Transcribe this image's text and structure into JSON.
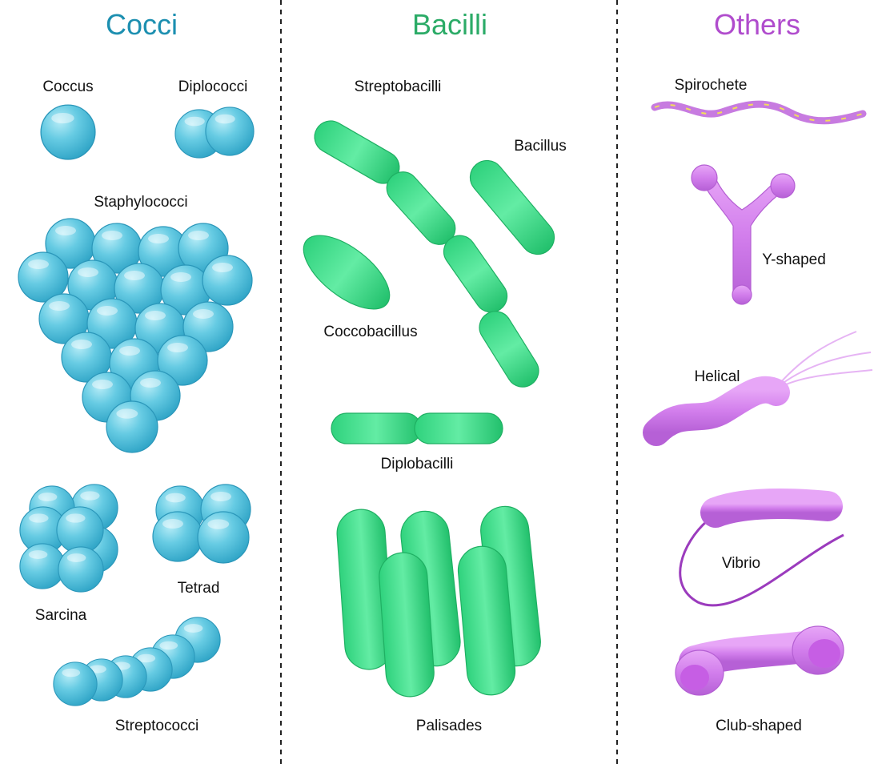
{
  "columns": {
    "cocci": {
      "title": "Cocci",
      "labels": {
        "coccus": "Coccus",
        "diplococci": "Diplococci",
        "staphylococci": "Staphylococci",
        "sarcina": "Sarcina",
        "tetrad": "Tetrad",
        "streptococci": "Streptococci"
      }
    },
    "bacilli": {
      "title": "Bacilli",
      "labels": {
        "streptobacilli": "Streptobacilli",
        "bacillus": "Bacillus",
        "coccobacillus": "Coccobacillus",
        "diplobacilli": "Diplobacilli",
        "palisades": "Palisades"
      }
    },
    "others": {
      "title": "Others",
      "labels": {
        "spirochete": "Spirochete",
        "y_shaped": "Y-shaped",
        "helical": "Helical",
        "vibrio": "Vibrio",
        "club_shaped": "Club-shaped"
      }
    }
  },
  "colors": {
    "cocci": "#1c8fb0",
    "bacilli": "#2bab67",
    "others": "#b04ccd",
    "cocci_fill": "#5fcbe3",
    "bacilli_fill": "#3ee08d",
    "others_fill": "#d47fed"
  }
}
